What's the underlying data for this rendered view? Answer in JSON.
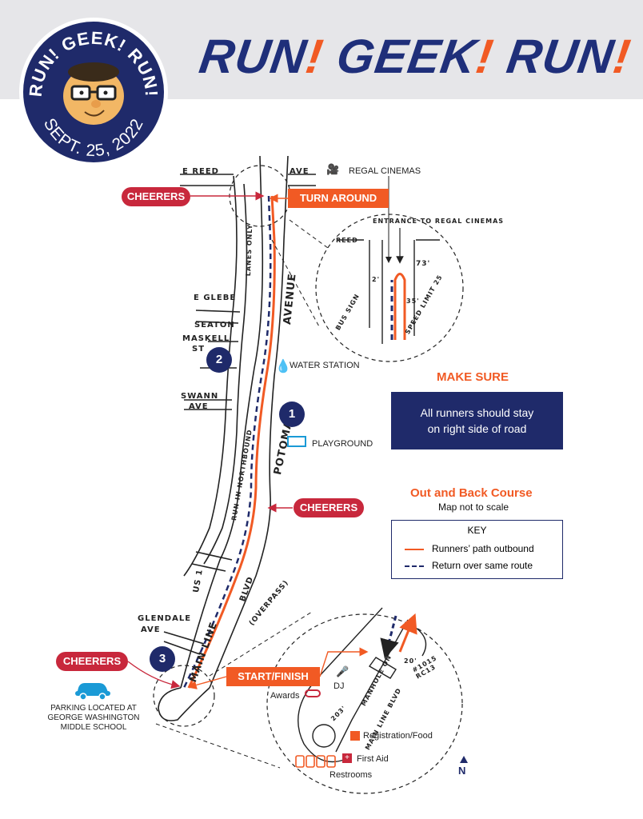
{
  "header": {
    "title_parts": [
      "RUN",
      "!",
      " GEEK",
      "!",
      " RUN",
      "!"
    ]
  },
  "badge": {
    "top_text": "RUN! GEEK! RUN!",
    "date": "SEPT. 25, 2022"
  },
  "callouts": {
    "cheerers_label": "CHEERERS",
    "turn_around": "TURN AROUND",
    "start_finish": "START/FINISH"
  },
  "streets": {
    "e_reed": "E REED",
    "ave": "AVE",
    "e_glebe": "E GLEBE",
    "seaton": "SEATON",
    "maskell": "MASKELL",
    "st": "ST",
    "swann": "SWANN",
    "swann_ave": "AVE",
    "glendale": "GLENDALE",
    "glendale_ave": "AVE",
    "potomac": "POTOMAC",
    "avenue": "AVENUE",
    "lanes_only": "LANES ONLY",
    "run_northbound": "RUN IN NORTHBOUND",
    "us1": "US 1",
    "blvd": "BLVD",
    "overpass": "(OVERPASS)",
    "main_line": "MAIN LINE"
  },
  "landmarks": {
    "regal": "REGAL CINEMAS",
    "water": "WATER STATION",
    "playground": "PLAYGROUND",
    "parking": "PARKING LOCATED AT GEORGE WASHINGTON MIDDLE SCHOOL",
    "awards": "Awards",
    "dj": "DJ",
    "registration": "Registration/Food",
    "first_aid": "First Aid",
    "restrooms": "Restrooms"
  },
  "inset_turnaround": {
    "entrance": "ENTRANCE TO REGAL CINEMAS",
    "reed": "REED",
    "bus_sign": "BUS SIGN",
    "speed_limit": "SPEED LIMIT 25",
    "d1": "2'",
    "d2": "73'",
    "d3": "35'"
  },
  "inset_start": {
    "d1": "20'",
    "d2": "203'",
    "manhole": "MANHOLE ON",
    "main_line_blvd": "MAIN LINE BLVD",
    "rc": "#1015 RC13"
  },
  "markers": [
    "1",
    "2",
    "3"
  ],
  "make_sure": {
    "heading": "MAKE SURE",
    "line1": "All runners should stay",
    "line2": "on right side of road"
  },
  "course": {
    "title": "Out and Back Course",
    "note": "Map not to scale"
  },
  "key": {
    "title": "KEY",
    "outbound": "Runners’ path outbound",
    "return": "Return over same route"
  },
  "north": "N",
  "colors": {
    "navy": "#1f2a6a",
    "orange": "#f15a24",
    "red": "#c8283c",
    "teal": "#1a9ad6"
  }
}
